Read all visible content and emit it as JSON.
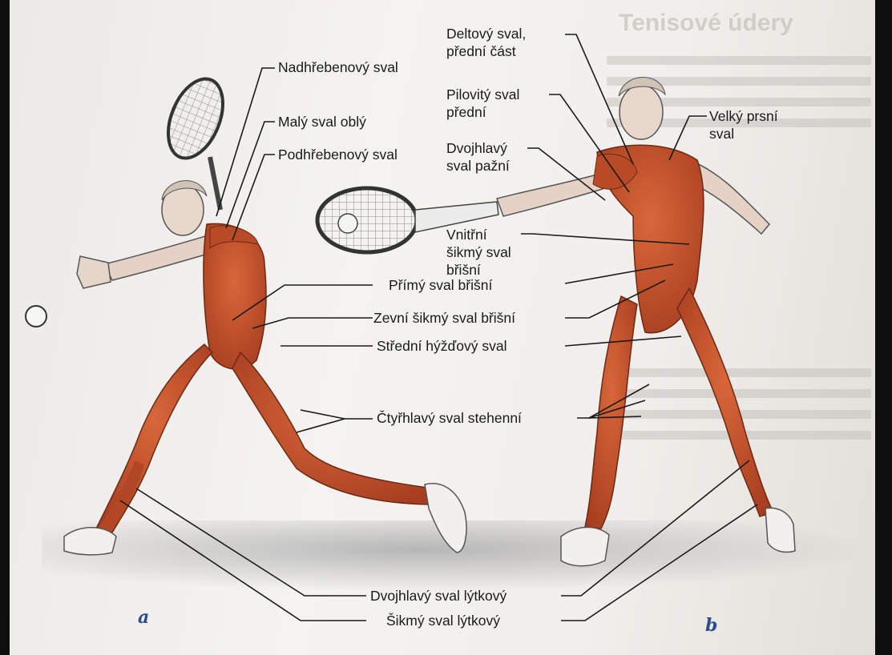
{
  "background_title": "Tenisové údery",
  "figures": {
    "a": "a",
    "b": "b"
  },
  "labels": {
    "nadhrebenovy": "Nadhřebenový sval",
    "maly_sval_obly": "Malý sval oblý",
    "podhrebenovy": "Podhřebenový sval",
    "deltovy": "Deltový sval, přední část",
    "pilovity": "Pilovitý sval přední",
    "velky_prsni": "Velký prsní sval",
    "dvojhlavy_pazni": "Dvojhlavý sval pažní",
    "vnitrni_sikmy": "Vnitřní šikmý sval břišní",
    "primy": "Přímý sval břišní",
    "zevni_sikmy": "Zevní šikmý sval břišní",
    "stredni_hyzdovy": "Střední hýžďový sval",
    "ctyrhlavy": "Čtyřhlavý sval stehenní",
    "dvojhlavy_lytkovy": "Dvojhlavý sval lýtkový",
    "sikmy_lytkovy": "Šikmý sval lýtkový"
  },
  "colors": {
    "muscle": "#c8532c",
    "skin": "#e3d2c5",
    "leader": "#1a1a1a",
    "figure_letter": "#2a4d8f"
  }
}
